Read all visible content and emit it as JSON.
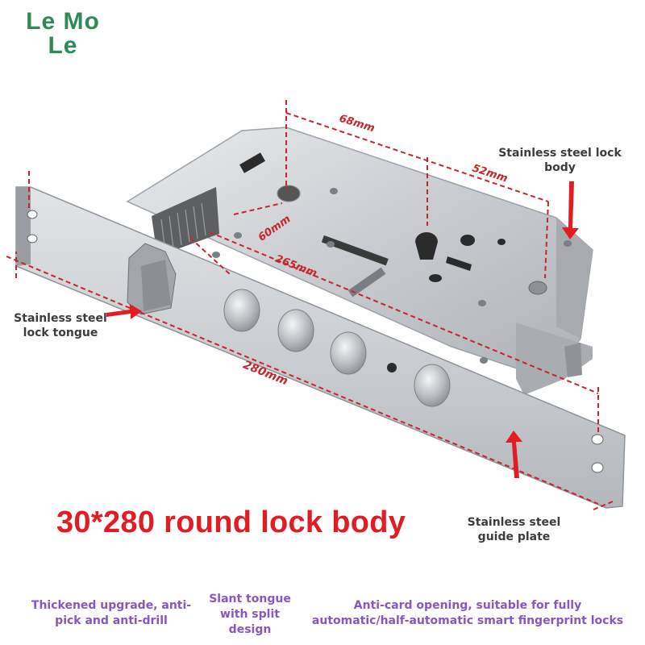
{
  "brand": {
    "line1": "Le Mo",
    "line2": "Le"
  },
  "callouts": {
    "lock_body": "Stainless steel lock body",
    "lock_tongue": "Stainless steel lock tongue",
    "guide_plate": "Stainless steel guide plate"
  },
  "dimensions": {
    "d68": "68mm",
    "d52": "52mm",
    "d60": "60mm",
    "d265": "265mm",
    "d280": "280mm"
  },
  "headline": "30*280 round lock body",
  "features": [
    "Thickened upgrade, anti-pick and anti-drill",
    "Slant tongue with split design",
    "Anti-card opening, suitable for fully automatic/half-automatic smart fingerprint locks"
  ],
  "colors": {
    "brand": "#2f8a57",
    "accent_red": "#e31b23",
    "feature_purple": "#8657c2",
    "steel": "#c9ccd0"
  }
}
